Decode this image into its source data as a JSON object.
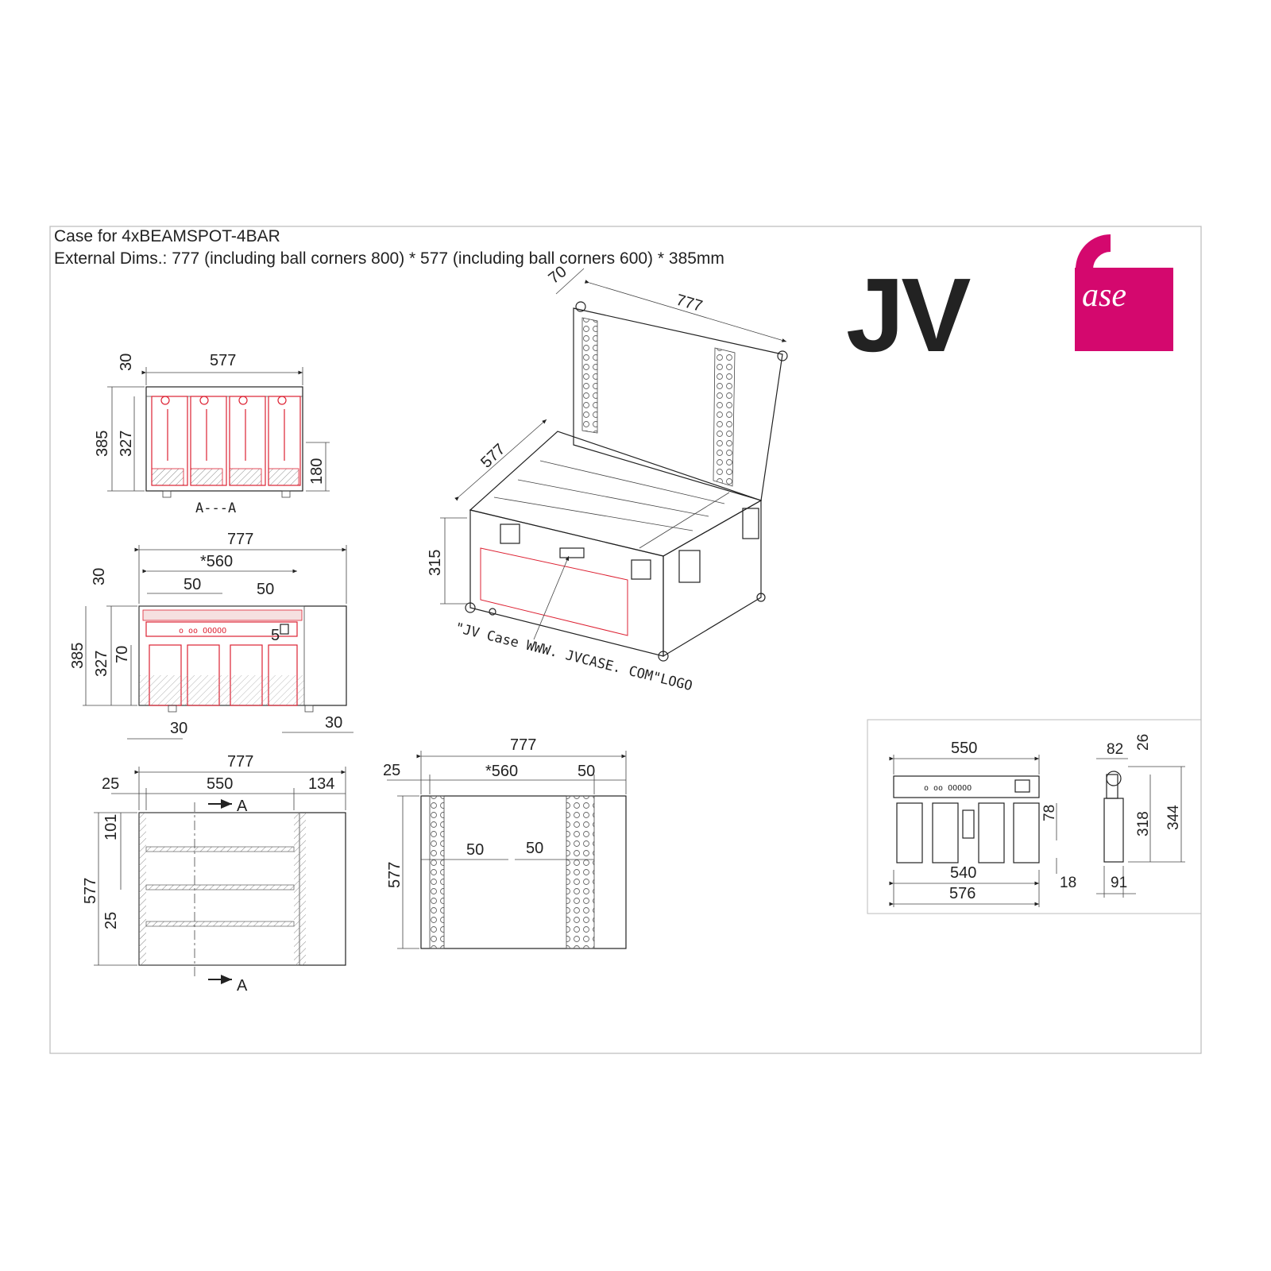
{
  "title": {
    "line1": "Case for 4xBEAMSPOT-4BAR",
    "line2": "External Dims.: 777 (including ball corners 800) * 577 (including ball corners 600) * 385mm"
  },
  "logo": {
    "jv": "JV",
    "c": "C",
    "ase": "ase",
    "brand_color": "#d4086e"
  },
  "section_view": {
    "width": "577",
    "top": "30",
    "height": "385",
    "inner": "327",
    "side": "180",
    "label": "A---A"
  },
  "front_view": {
    "width": "777",
    "inner": "*560",
    "d50a": "50",
    "d50b": "50",
    "top": "30",
    "height": "385",
    "inner_h": "327",
    "d70": "70",
    "d5": "5",
    "foot_left": "30",
    "foot_right": "30"
  },
  "top_view": {
    "width": "777",
    "d25": "25",
    "d550": "550",
    "d134": "134",
    "d101": "101",
    "depth": "577",
    "d25b": "25",
    "section_a": "A",
    "section_a2": "A"
  },
  "lid_view": {
    "width": "777",
    "d25": "25",
    "inner": "*560",
    "d50": "50",
    "depth": "577",
    "d50l": "50",
    "d50r": "50"
  },
  "iso_view": {
    "d70": "70",
    "d777": "777",
    "d577": "577",
    "d315": "315",
    "logo_note": "\"JV Case WWW. JVCASE. COM\"LOGO"
  },
  "fixture_view": {
    "d550": "550",
    "d82": "82",
    "d26": "26",
    "d78": "78",
    "d318": "318",
    "d344": "344",
    "d540": "540",
    "d576": "576",
    "d18": "18",
    "d91": "91"
  }
}
